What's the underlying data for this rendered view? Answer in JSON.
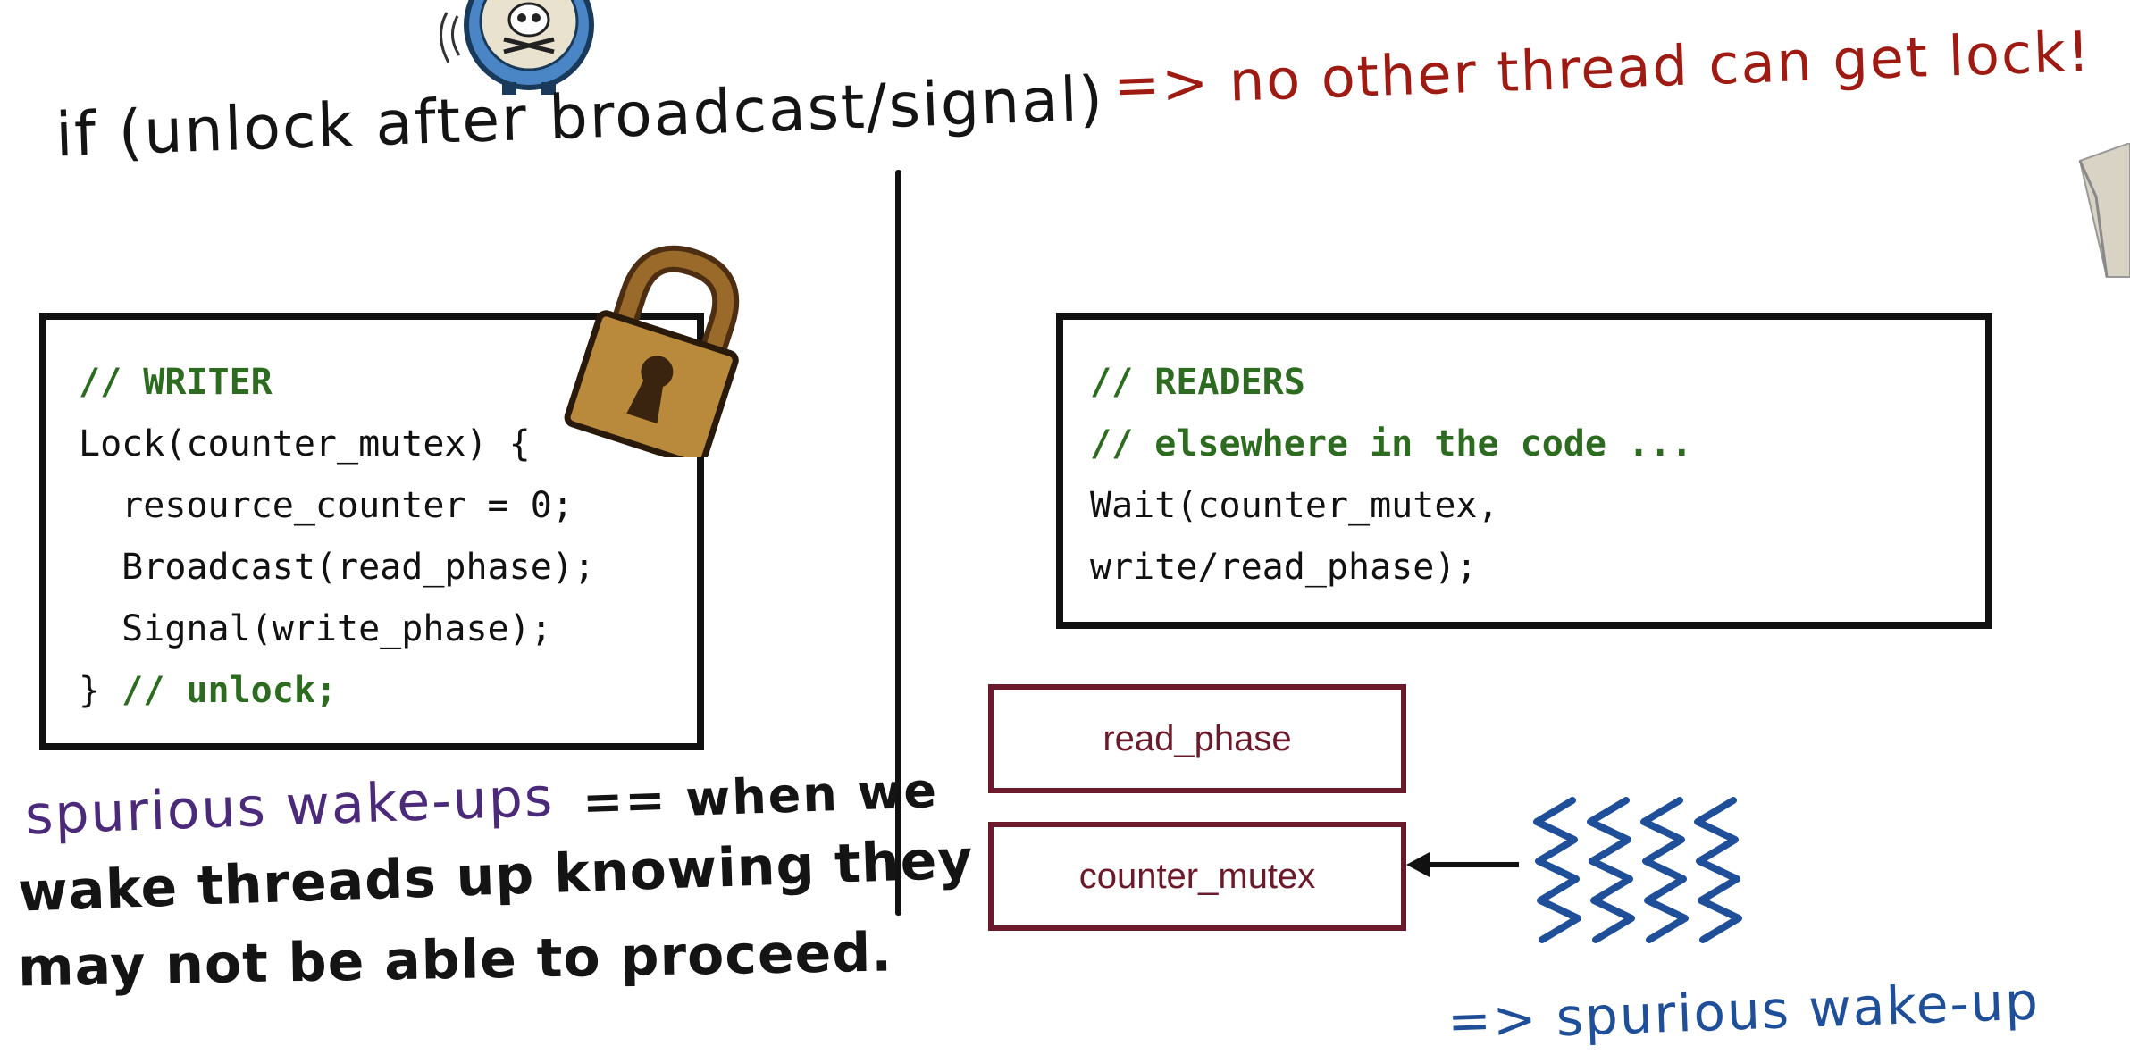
{
  "annotations": {
    "heading": "if (unlock after broadcast/signal)",
    "heading_consequence": "=> no other thread can get lock!",
    "spurious_line1": "spurious wake-ups",
    "spurious_line1_rest": "== when we",
    "spurious_line2": "wake threads up knowing they",
    "spurious_line3": "may not be able to proceed.",
    "spurious_result": "=> spurious wake-up"
  },
  "writer": {
    "lines": [
      {
        "code": "",
        "comment": "// WRITER"
      },
      {
        "code": "Lock(counter_mutex) {",
        "comment": ""
      },
      {
        "code": "  resource_counter = 0;",
        "comment": ""
      },
      {
        "code": "  Broadcast(read_phase);",
        "comment": ""
      },
      {
        "code": "  Signal(write_phase);",
        "comment": ""
      },
      {
        "code": "} ",
        "comment": "// unlock;"
      }
    ]
  },
  "readers": {
    "lines": [
      {
        "code": "",
        "comment": "// READERS"
      },
      {
        "code": "",
        "comment": "// elsewhere in the code ..."
      },
      {
        "code": "Wait(counter_mutex,",
        "comment": ""
      },
      {
        "code": "write/read_phase);",
        "comment": ""
      }
    ]
  },
  "variables": {
    "read_phase": "read_phase",
    "counter_mutex": "counter_mutex"
  },
  "icons": [
    "alarm-clock-skull-icon",
    "padlock-icon",
    "thread-squiggles-icon",
    "arrow-left-icon"
  ],
  "colors": {
    "annotation_red": "#9e1b14",
    "annotation_purple": "#4b2a7a",
    "threads_blue": "#1f4f98",
    "comment_green": "#2c6b20",
    "variable_box": "#6b1a2b"
  }
}
